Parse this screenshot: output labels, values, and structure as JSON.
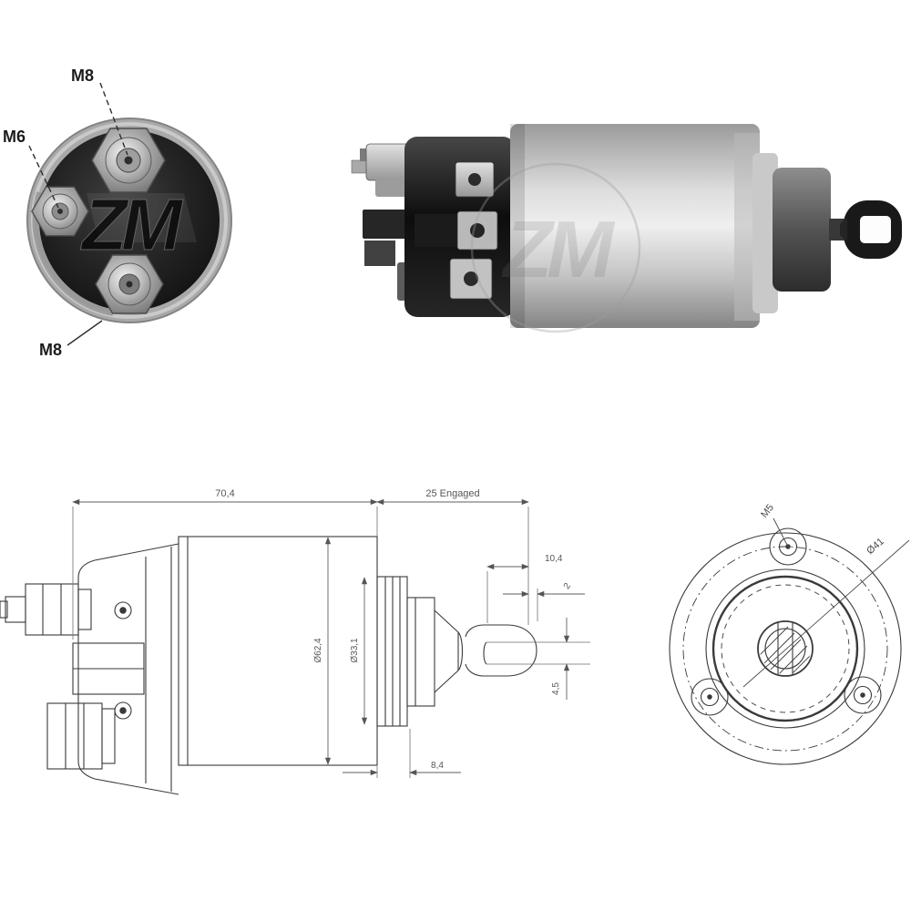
{
  "page": {
    "background": "#ffffff"
  },
  "front_photo": {
    "watermark": "ZM",
    "labels": {
      "terminal_top": "M8",
      "terminal_left": "M6",
      "terminal_bottom": "M8"
    }
  },
  "side_photo": {
    "watermark": "ZM"
  },
  "side_drawing": {
    "dims": {
      "overall_length": "70,4",
      "engaged_travel": "25 Engaged",
      "fork_depth": "10,4",
      "fork_lip": "2",
      "body_diameter": "Ø62,4",
      "nose_diameter": "Ø33,1",
      "fork_slot_width": "4,5",
      "nose_offset": "8,4"
    }
  },
  "flange_drawing": {
    "labels": {
      "mounting_hole_thread": "M5",
      "pilot_diameter": "Ø41"
    }
  },
  "colors": {
    "drawing_line": "#3a3a3a",
    "dimension_line": "#5f5f5f",
    "dimension_text": "#565656",
    "label_text": "#1c1c1c"
  }
}
